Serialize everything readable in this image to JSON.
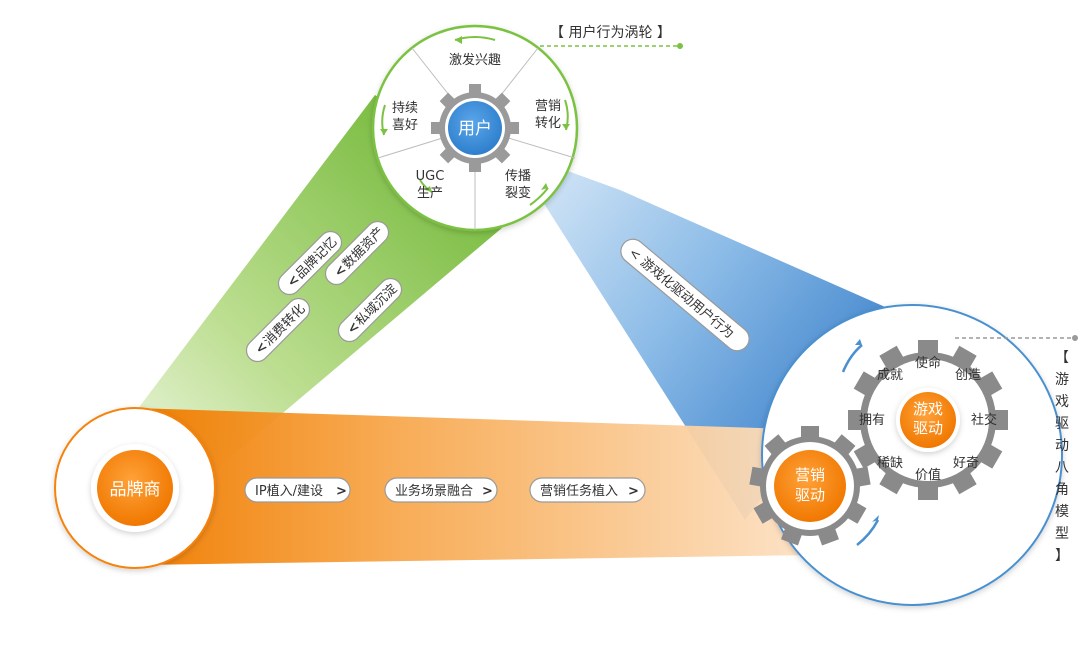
{
  "user_wheel": {
    "label": "【 用户行为涡轮 】",
    "center": "用户",
    "segments": {
      "top": "激发兴趣",
      "top_right_1": "营销",
      "top_right_2": "转化",
      "bottom_right_1": "传播",
      "bottom_right_2": "裂变",
      "bottom_left_1": "UGC",
      "bottom_left_2": "生产",
      "top_left_1": "持续",
      "top_left_2": "喜好"
    }
  },
  "green_beam": {
    "tags": [
      "品牌记忆",
      "数据资产",
      "消费转化",
      "私域沉淀"
    ],
    "arrow": "<"
  },
  "blue_beam": {
    "label": "< 游戏化驱动用户行为"
  },
  "brand": {
    "label": "品牌商"
  },
  "orange_beam": {
    "tags": [
      "IP植入/建设",
      "业务场景融合",
      "营销任务植入"
    ],
    "arrow": ">"
  },
  "game_model": {
    "vertical_label": [
      "【",
      "游",
      "戏",
      "驱",
      "动",
      "八",
      "角",
      "模",
      "型",
      "】"
    ],
    "small_gear": {
      "line1": "营销",
      "line2": "驱动"
    },
    "big_gear": {
      "line1": "游戏",
      "line2": "驱动",
      "drives": [
        "使命",
        "创造",
        "社交",
        "好奇",
        "价值",
        "稀缺",
        "拥有",
        "成就"
      ]
    }
  },
  "colors": {
    "green": "#7cc242",
    "blue": "#3f8fd4",
    "orange": "#f5820a",
    "gear_gray": "#8a8a8a",
    "text_dark": "#333333"
  }
}
